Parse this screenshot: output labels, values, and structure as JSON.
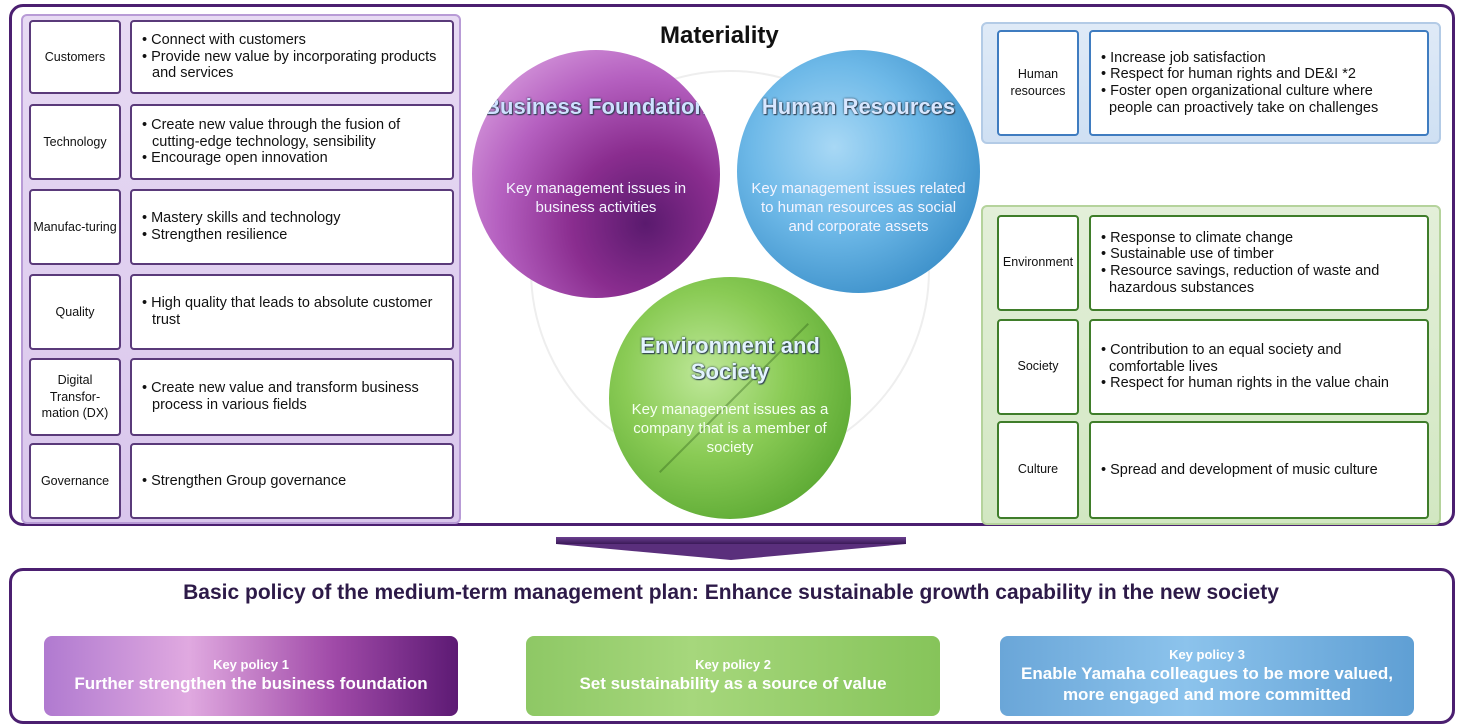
{
  "left_rows": [
    {
      "label": "Customers",
      "items": [
        "• Connect with customers",
        "• Provide new value by incorporating products and services"
      ]
    },
    {
      "label": "Technology",
      "items": [
        "• Create new value through the fusion of cutting-edge technology, sensibility",
        "• Encourage open innovation"
      ]
    },
    {
      "label": "Manufac-turing",
      "items": [
        "• Mastery skills and technology",
        "• Strengthen resilience"
      ]
    },
    {
      "label": "Quality",
      "items": [
        "• High quality that leads to absolute customer trust"
      ]
    },
    {
      "label": "Digital Transfor-mation (DX)",
      "items": [
        "• Create new value and transform business process in various fields"
      ]
    },
    {
      "label": "Governance",
      "items": [
        "• Strengthen Group governance"
      ]
    }
  ],
  "center": {
    "title": "Materiality",
    "business": {
      "title": "Business Foundation",
      "sub": "Key management issues in business activities"
    },
    "human": {
      "title": "Human Resources",
      "sub": "Key management issues related to human resources as social and corporate assets"
    },
    "env": {
      "title": "Environment and Society",
      "sub": "Key management issues as a company that is a member of society"
    }
  },
  "right_top": {
    "label": "Human resources",
    "items": [
      "• Increase job satisfaction",
      "• Respect for human rights and DE&I *2",
      "• Foster open organizational culture where people can proactively take on  challenges"
    ]
  },
  "right_rows": [
    {
      "label": "Environment",
      "items": [
        "• Response to climate change",
        "• Sustainable use of timber",
        "• Resource savings, reduction of  waste and hazardous substances"
      ]
    },
    {
      "label": "Society",
      "items": [
        "• Contribution to an equal society and comfortable lives",
        "• Respect for human rights in the value chain"
      ]
    },
    {
      "label": "Culture",
      "items": [
        "• Spread and development of music culture"
      ]
    }
  ],
  "policy": {
    "title": "Basic policy of the medium-term management plan: Enhance sustainable growth capability in the new society",
    "kp1": {
      "small": "Key policy  1",
      "big": "Further strengthen the business foundation"
    },
    "kp2": {
      "small": "Key policy 2",
      "big": "Set sustainability as a source of value"
    },
    "kp3": {
      "small": "Key policy 3",
      "big": "Enable Yamaha colleagues to be more valued, more engaged and more committed"
    }
  }
}
